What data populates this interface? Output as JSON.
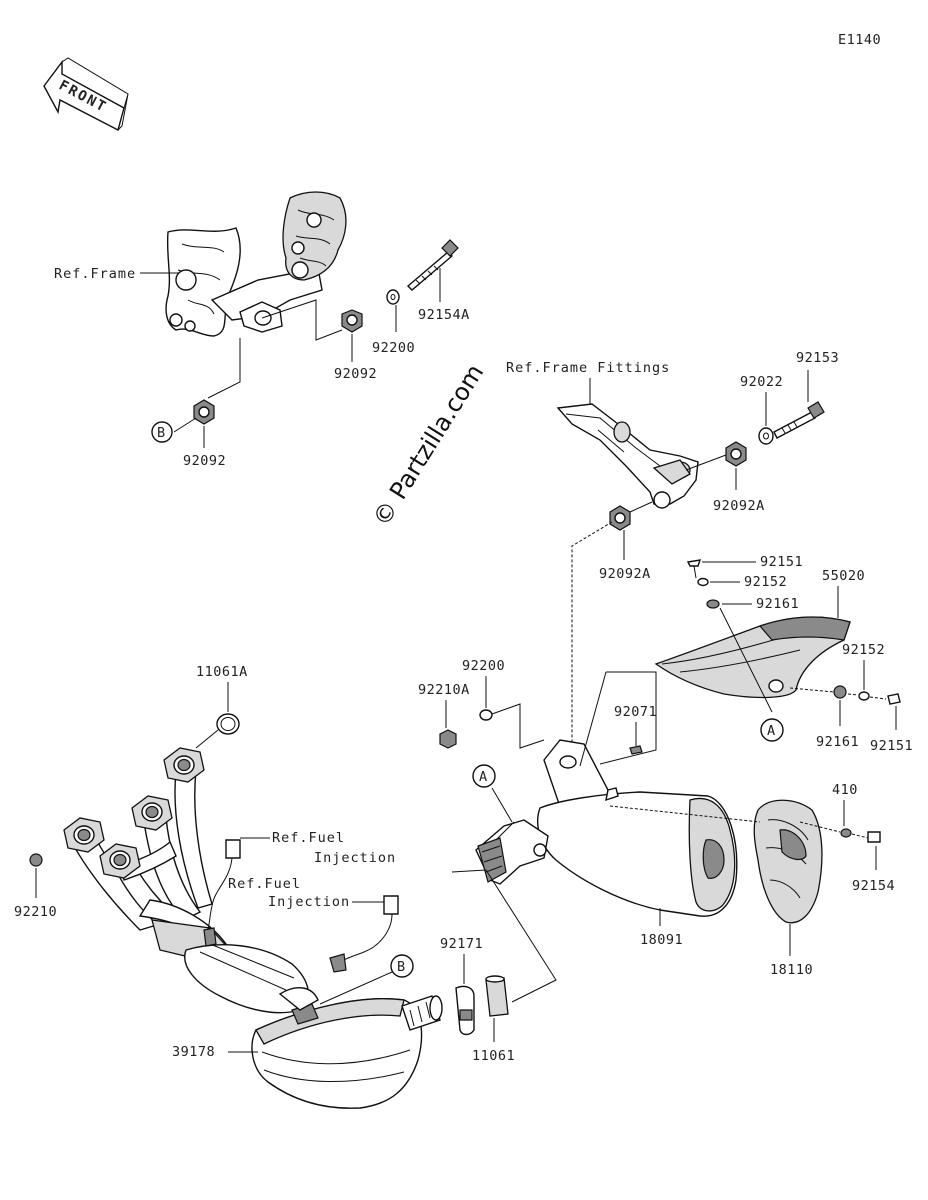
{
  "diagram_id": "E1140",
  "front_label": "FRONT",
  "watermark": "© Partzilla.com",
  "refs": {
    "frame": "Ref.Frame",
    "frame_fittings": "Ref.Frame Fittings",
    "fuel_injection_1a": "Ref.Fuel",
    "fuel_injection_1b": "Injection",
    "fuel_injection_2a": "Ref.Fuel",
    "fuel_injection_2b": "Injection"
  },
  "callouts": {
    "a1": "A",
    "a2": "A",
    "b1": "B",
    "b2": "B"
  },
  "parts": {
    "p92154A": "92154A",
    "p92200_top": "92200",
    "p92092_top": "92092",
    "p92092_b": "92092",
    "p92153": "92153",
    "p92022": "92022",
    "p92092A_1": "92092A",
    "p92092A_2": "92092A",
    "p92151_a": "92151",
    "p92152_a": "92152",
    "p92161_a": "92161",
    "p55020": "55020",
    "p92152_b": "92152",
    "p92161_b": "92161",
    "p92151_b": "92151",
    "p11061A": "11061A",
    "p92200_mid": "92200",
    "p92210A": "92210A",
    "p92071": "92071",
    "p410": "410",
    "p92154": "92154",
    "p92210": "92210",
    "p18091": "18091",
    "p18110": "18110",
    "p92171": "92171",
    "p11061": "11061",
    "p39178": "39178"
  }
}
